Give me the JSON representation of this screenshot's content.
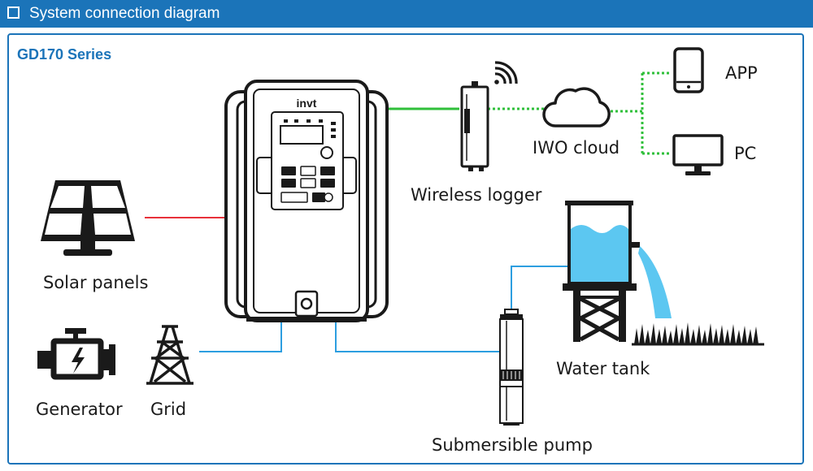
{
  "header": {
    "title": "System connection diagram"
  },
  "diagram": {
    "series_title": "GD170 Series",
    "brand_logo": "invt",
    "labels": {
      "solar_panels": "Solar panels",
      "generator": "Generator",
      "grid": "Grid",
      "wireless_logger": "Wireless logger",
      "iwo_cloud": "IWO cloud",
      "app": "APP",
      "pc": "PC",
      "water_tank": "Water tank",
      "submersible_pump": "Submersible pump"
    },
    "colors": {
      "brand_blue": "#1b74b9",
      "solar_line": "#e8303a",
      "water_line": "#2d9ee0",
      "data_line": "#2fbf3a",
      "water_fill": "#5cc7f1"
    }
  }
}
